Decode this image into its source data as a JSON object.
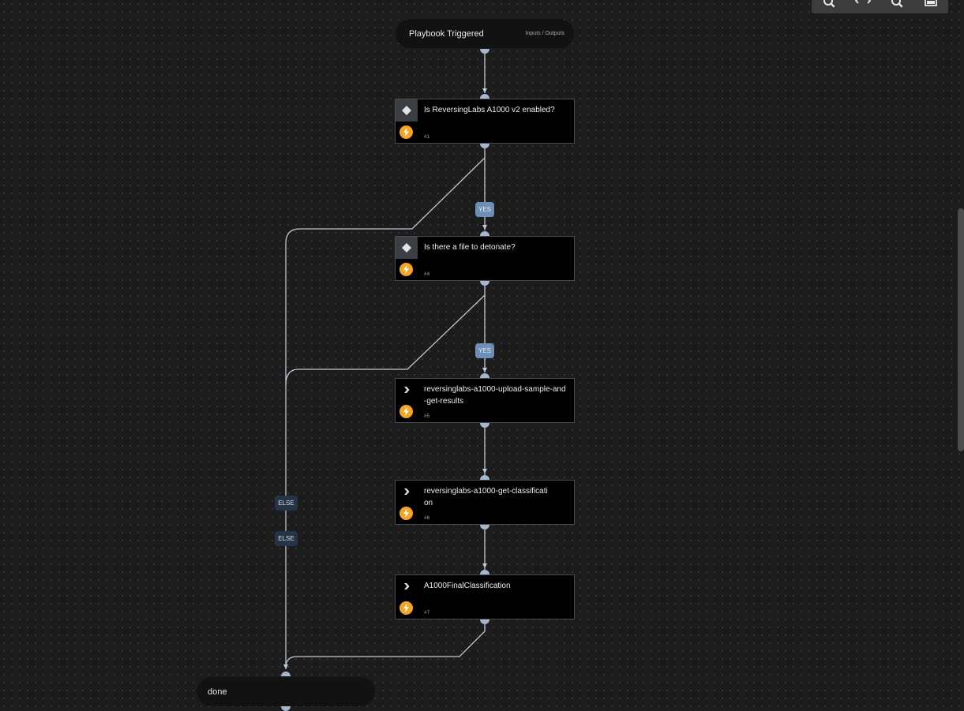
{
  "toolbar": {
    "buttons": [
      {
        "name": "zoom-in-icon"
      },
      {
        "name": "fit-to-screen-icon"
      },
      {
        "name": "zoom-out-icon"
      },
      {
        "name": "screenshot-icon"
      }
    ]
  },
  "start_node": {
    "title": "Playbook Triggered",
    "io_label": "Inputs / Outputs"
  },
  "tasks": [
    {
      "type": "condition",
      "title": "Is ReversingLabs A1000 v2 enabled?",
      "number": "#1"
    },
    {
      "type": "condition",
      "title": "Is there a file to detonate?",
      "number": "#4"
    },
    {
      "type": "playbook",
      "title": "reversinglabs-a1000-upload-sample-and-get-results",
      "number": "#5"
    },
    {
      "type": "playbook",
      "title": "reversinglabs-a1000-get-classification",
      "number": "#6"
    },
    {
      "type": "playbook",
      "title": "A1000FinalClassification",
      "number": "#7"
    }
  ],
  "edge_labels": {
    "yes_1": "YES",
    "yes_2": "YES",
    "else_1": "ELSE",
    "else_2": "ELSE"
  },
  "end_node": {
    "title": "done"
  },
  "colors": {
    "canvas": "#1c1c1c",
    "edge": "#bfc9d4",
    "port": "#a4b7cc",
    "yes_label": "#6e8fb4",
    "else_label": "#253447",
    "bolt": "#f4a521"
  }
}
